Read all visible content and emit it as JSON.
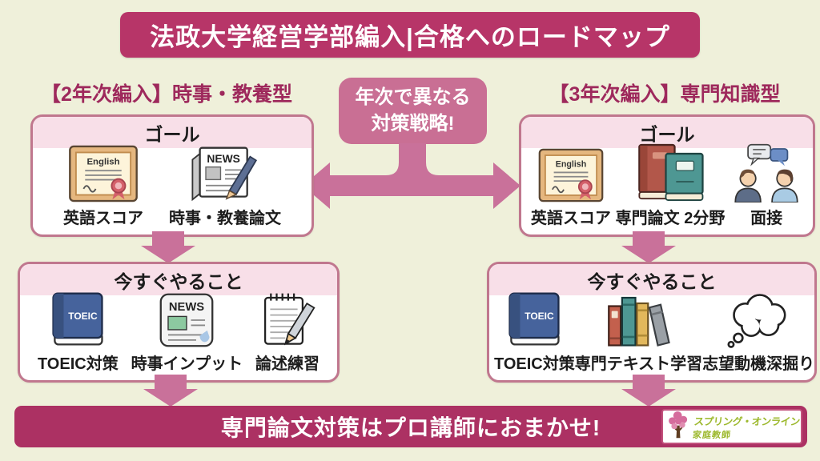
{
  "title": "法政大学経営学部編入|合格へのロードマップ",
  "center_callout": {
    "line1": "年次で異なる",
    "line2": "対策戦略!"
  },
  "columns": {
    "left": {
      "header": "【2年次編入】時事・教養型",
      "goal": {
        "title": "ゴール",
        "items": [
          {
            "icon": "english-certificate-icon",
            "label": "英語スコア"
          },
          {
            "icon": "newspaper-pen-icon",
            "label": "時事・教養論文"
          }
        ]
      },
      "now": {
        "title": "今すぐやること",
        "items": [
          {
            "icon": "toeic-book-icon",
            "label": "TOEIC対策"
          },
          {
            "icon": "newspaper-icon",
            "label": "時事インプット"
          },
          {
            "icon": "notepad-pencil-icon",
            "label": "論述練習"
          }
        ]
      }
    },
    "right": {
      "header": "【3年次編入】専門知識型",
      "goal": {
        "title": "ゴール",
        "items": [
          {
            "icon": "english-certificate-icon",
            "label": "英語スコア"
          },
          {
            "icon": "two-books-icon",
            "label": "専門論文 2分野"
          },
          {
            "icon": "interview-icon",
            "label": "面接"
          }
        ]
      },
      "now": {
        "title": "今すぐやること",
        "items": [
          {
            "icon": "toeic-book-icon",
            "label": "TOEIC対策"
          },
          {
            "icon": "bookshelf-icon",
            "label": "専門テキスト学習"
          },
          {
            "icon": "thought-bubble-icon",
            "label": "志望動機深掘り"
          }
        ]
      }
    }
  },
  "footer": {
    "message": "専門論文対策はプロ講師におまかせ!",
    "logo": {
      "line1": "スプリング・オンライン",
      "line2": "家庭教師"
    }
  },
  "icon_text": {
    "certificate": "English",
    "news": "NEWS",
    "toeic": "TOEIC"
  },
  "colors": {
    "background": "#eff0da",
    "title_banner": "#b73568",
    "footer_banner": "#ac3163",
    "callout": "#c96f94",
    "arrow": "#c9719a",
    "box_border": "#c0778e",
    "box_header_bg": "#f8dfe8",
    "column_heading_text": "#9e295c",
    "logo_green": "#9cb82b",
    "logo_pink": "#c2527d"
  }
}
